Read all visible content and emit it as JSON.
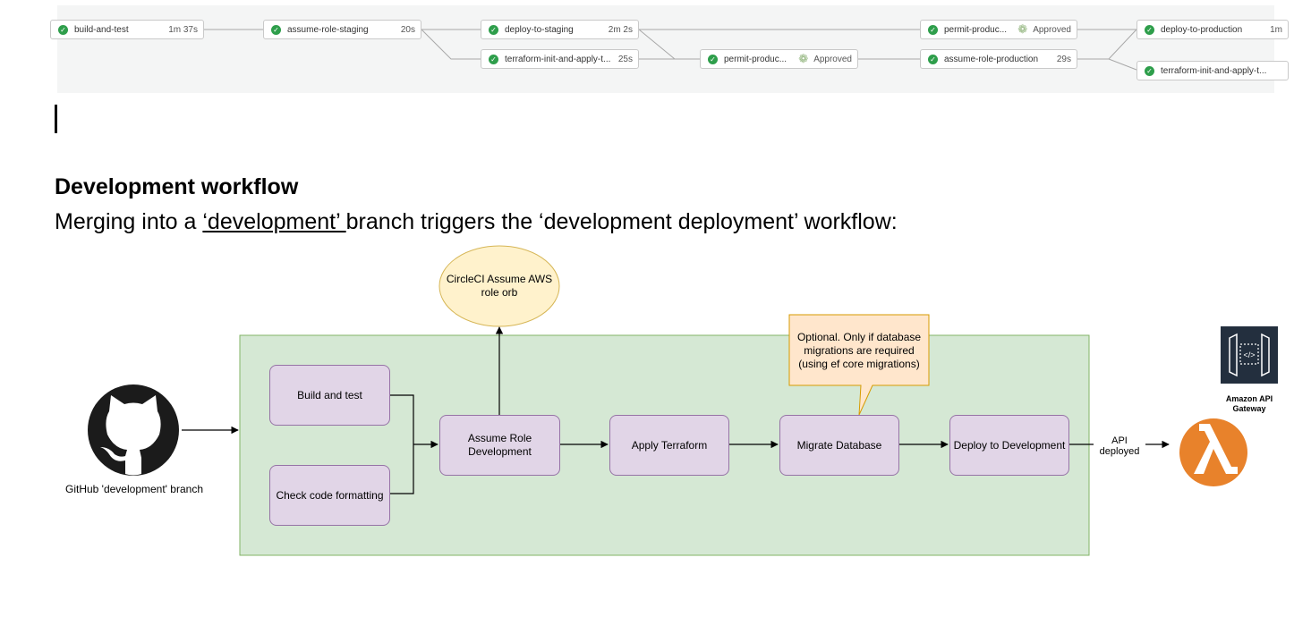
{
  "pipeline": {
    "jobs": [
      {
        "name": "build-and-test",
        "duration": "1m 37s"
      },
      {
        "name": "assume-role-staging",
        "duration": "20s"
      },
      {
        "name": "deploy-to-staging",
        "duration": "2m 2s"
      },
      {
        "name": "terraform-init-and-apply-t...",
        "duration": "25s"
      },
      {
        "name": "permit-produc...",
        "duration": "Approved"
      },
      {
        "name": "permit-produc...",
        "duration": "Approved"
      },
      {
        "name": "assume-role-production",
        "duration": "29s"
      },
      {
        "name": "deploy-to-production",
        "duration": "1m"
      },
      {
        "name": "terraform-init-and-apply-t...",
        "duration": ""
      }
    ]
  },
  "doc": {
    "heading": "Development workflow",
    "para_before": "Merging into a ",
    "para_link": "‘development’ ",
    "para_after": "branch triggers the ‘development deployment’ workflow:"
  },
  "diagram": {
    "github_label": "GitHub 'development' branch",
    "orb_label": "CircleCI Assume AWS role orb",
    "note_label": "Optional. Only if database migrations are required (using ef core migrations)",
    "build_label": "Build and test",
    "check_label": "Check code formatting",
    "assume_label": "Assume Role Development",
    "terraform_label": "Apply Terraform",
    "migrate_label": "Migrate Database",
    "deploy_label": "Deploy to Development",
    "api_deployed_label": "API deployed",
    "apigw_label": "Amazon API Gateway",
    "colors": {
      "group_fill": "#d5e8d4",
      "group_stroke": "#82b366",
      "box_fill": "#e1d5e7",
      "box_stroke": "#9673a6",
      "orb_fill": "#fff2cc",
      "orb_stroke": "#d6b656",
      "note_fill": "#ffe6cc",
      "note_stroke": "#d79b00",
      "lambda": "#e8822b",
      "apigw": "#232f3e"
    }
  }
}
